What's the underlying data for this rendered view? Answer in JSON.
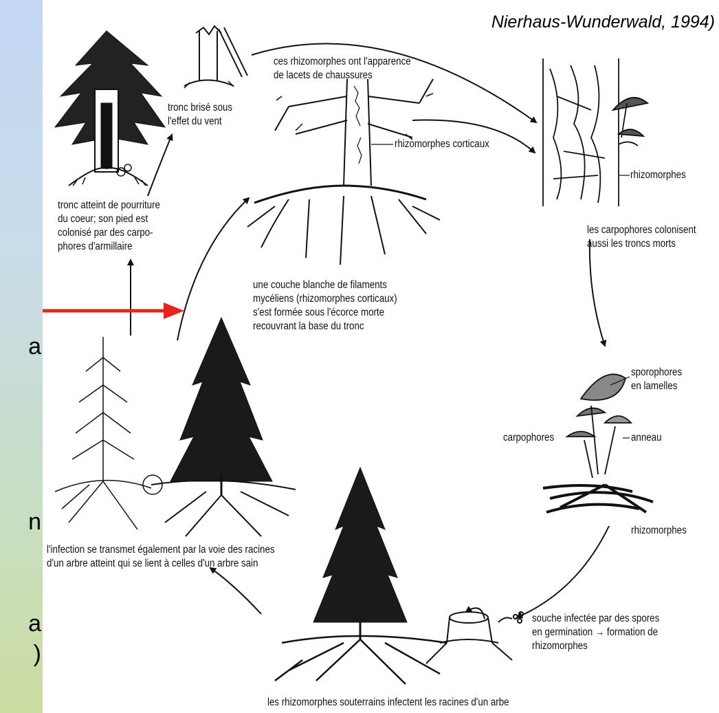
{
  "citation": "Nierhaus-Wunderwald, 1994)",
  "sidebar_fragments": [
    "a",
    "n",
    "a",
    ")"
  ],
  "captions": {
    "trunk_rot": "tronc atteint de pourriture\ndu coeur; son pied est\ncolonisé par des carpo-\nphores d'armillaire",
    "broken_trunk": "tronc brisé sous\nl'effet du vent",
    "shoelaces": "ces rhizomorphes ont l'apparence\nde lacets de chaussures",
    "cortical_rhizo": "rhizomorphes corticaux",
    "rhizomorphes_top": "rhizomorphes",
    "dead_trunks": "les carpophores colonisent\naussi les troncs morts",
    "white_layer": "une couche blanche de filaments\nmycéliens (rhizomorphes corticaux)\ns'est formée sous l'écorce morte\nrecouvrant la base du tronc",
    "sporophores": "sporophores\nen lamelles",
    "carpophores": "carpophores",
    "anneau": "anneau",
    "rhizomorphes_bottom": "rhizomorphes",
    "root_infection": "l'infection se transmet également par la voie des racines\nd'un arbre atteint qui se lient à celles d'un arbre sain",
    "stump_spores": "souche infectée par des spores\nen germination → formation de\nrhizomorphes",
    "underground": "les rhizomorphes souterrains infectent les racines d'un arbe"
  },
  "colors": {
    "pointer_arrow": "#e8231c",
    "ink": "#111111"
  }
}
